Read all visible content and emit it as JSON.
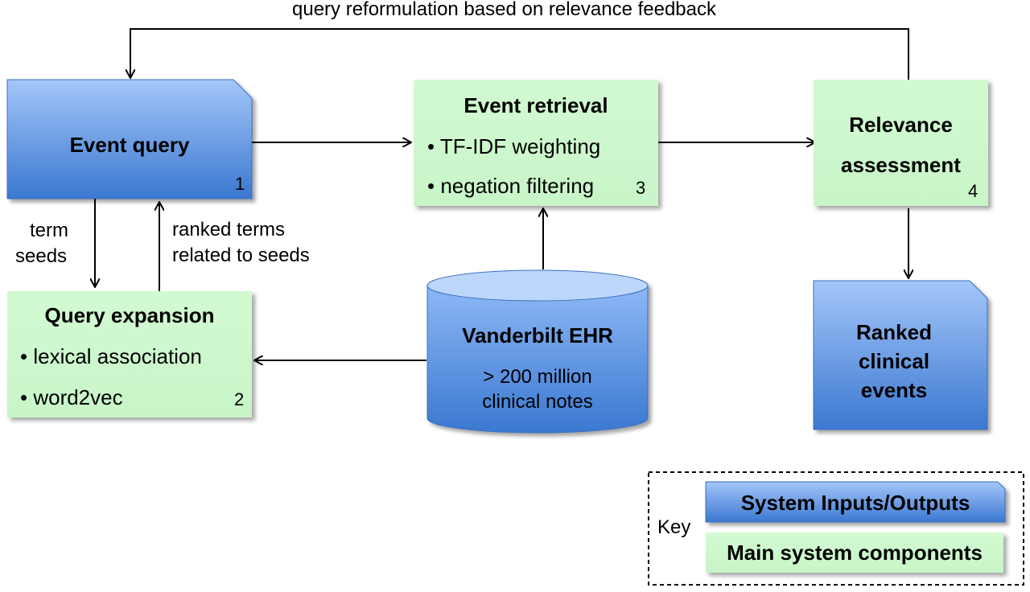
{
  "feedback_label": "query reformulation based on relevance feedback",
  "event_query": {
    "title": "Event query",
    "number": "1"
  },
  "query_expansion": {
    "title": "Query expansion",
    "bullets": [
      "lexical association",
      "word2vec"
    ],
    "number": "2"
  },
  "event_retrieval": {
    "title": "Event retrieval",
    "bullets": [
      "TF-IDF weighting",
      "negation filtering"
    ],
    "number": "3"
  },
  "relevance_assessment": {
    "title_line1": "Relevance",
    "title_line2": "assessment",
    "number": "4"
  },
  "ehr": {
    "title": "Vanderbilt EHR",
    "line1": "> 200 million",
    "line2": "clinical notes"
  },
  "ranked_events": {
    "line1": "Ranked",
    "line2": "clinical",
    "line3": "events"
  },
  "edge_labels": {
    "term_seeds_1": "term",
    "term_seeds_2": "seeds",
    "ranked_terms_1": "ranked terms",
    "ranked_terms_2": "related to seeds"
  },
  "key": {
    "label": "Key",
    "io": "System Inputs/Outputs",
    "components": "Main system components"
  },
  "colors": {
    "blue_top": "#9fc3f8",
    "blue_bottom": "#3f7bd2",
    "green": "#ccf7cc"
  }
}
